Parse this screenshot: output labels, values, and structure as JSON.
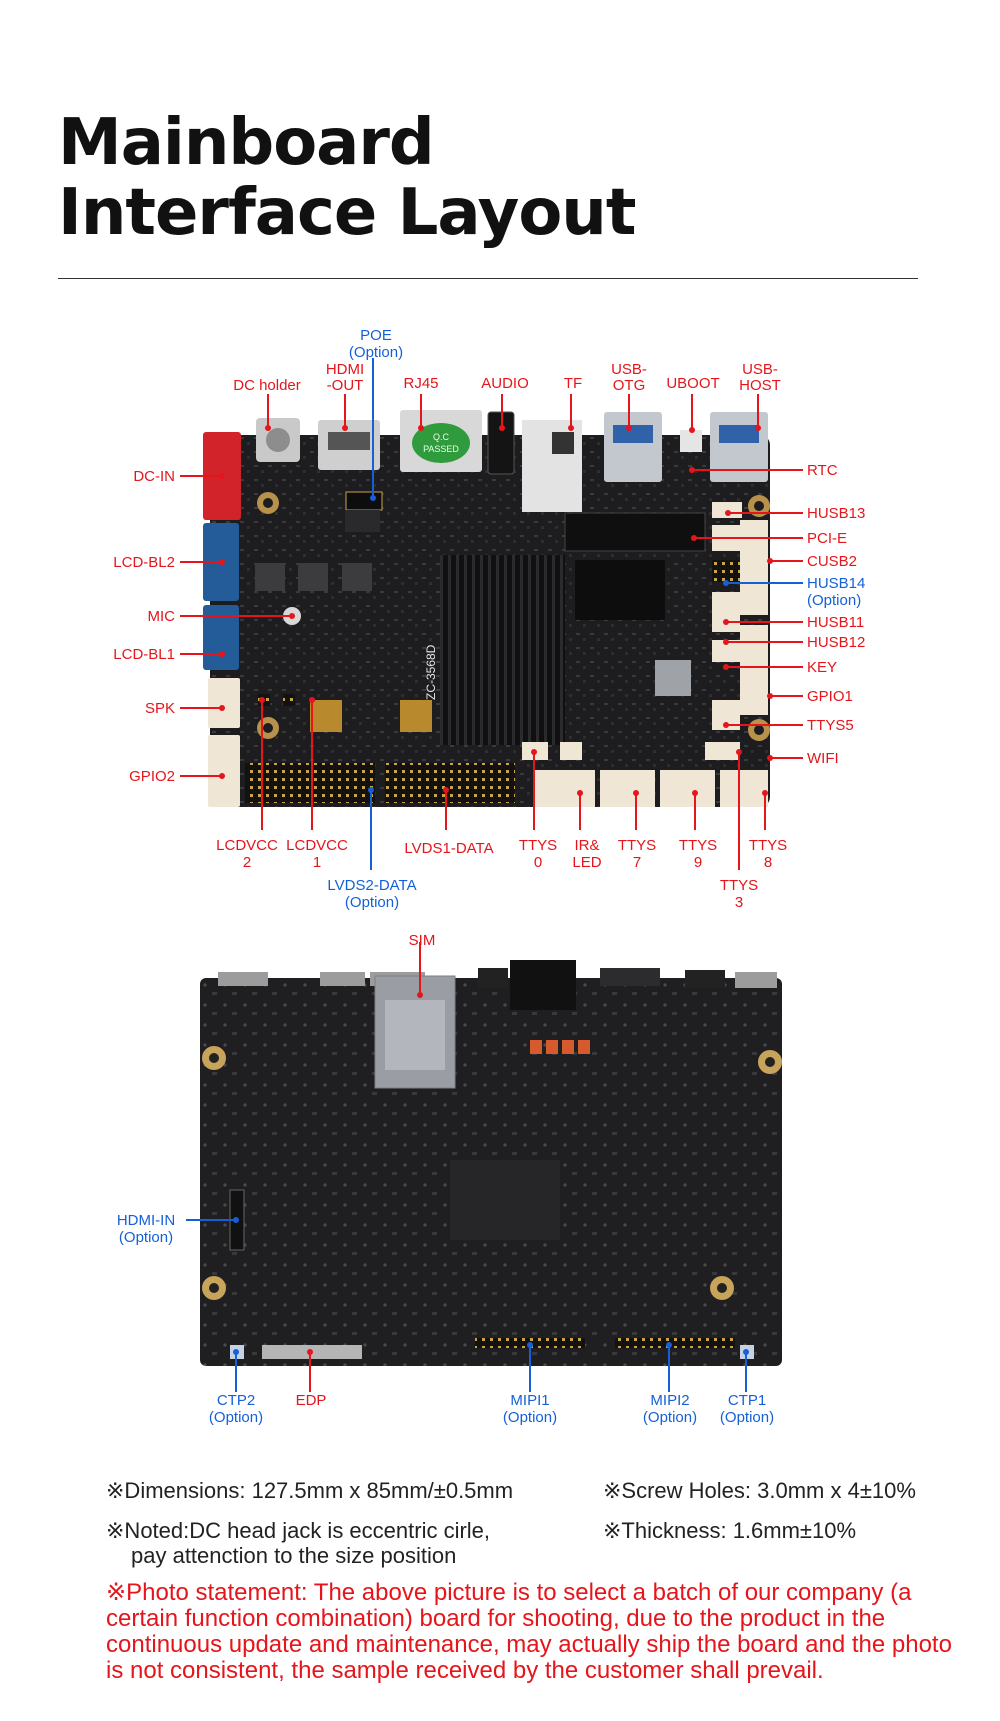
{
  "page": {
    "title_line1": "Mainboard",
    "title_line2": "Interface Layout"
  },
  "colors": {
    "label_red": "#e5151b",
    "label_blue": "#1560d8",
    "pcb": "#1d1d1f"
  },
  "top_board": {
    "silkscreen": {
      "board_id": "ZC-3568D",
      "qc_line1": "Q.C",
      "qc_line2": "PASSED"
    },
    "labels": {
      "poe": "POE",
      "poe_option": "(Option)",
      "dc_holder": "DC holder",
      "hdmi_out_1": "HDMI",
      "hdmi_out_2": "-OUT",
      "rj45": "RJ45",
      "audio": "AUDIO",
      "tf": "TF",
      "usb_otg_1": "USB-",
      "usb_otg_2": "OTG",
      "uboot": "UBOOT",
      "usb_host_1": "USB-",
      "usb_host_2": "HOST",
      "dc_in": "DC-IN",
      "lcd_bl2": "LCD-BL2",
      "mic": "MIC",
      "lcd_bl1": "LCD-BL1",
      "spk": "SPK",
      "gpio2": "GPIO2",
      "rtc": "RTC",
      "husb13": "HUSB13",
      "pci_e": "PCI-E",
      "cusb2": "CUSB2",
      "husb14": "HUSB14",
      "husb14_option": "(Option)",
      "husb11": "HUSB11",
      "husb12": "HUSB12",
      "key": "KEY",
      "gpio1": "GPIO1",
      "ttys5": "TTYS5",
      "wifi": "WIFI",
      "lcdvcc2_1": "LCDVCC",
      "lcdvcc2_2": "2",
      "lcdvcc1_1": "LCDVCC",
      "lcdvcc1_2": "1",
      "lvds1_data": "LVDS1-DATA",
      "ttys0_1": "TTYS",
      "ttys0_2": "0",
      "irled_1": "IR&",
      "irled_2": "LED",
      "ttys7_1": "TTYS",
      "ttys7_2": "7",
      "ttys9_1": "TTYS",
      "ttys9_2": "9",
      "ttys8_1": "TTYS",
      "ttys8_2": "8",
      "ttys3_1": "TTYS",
      "ttys3_2": "3",
      "lvds2_data": "LVDS2-DATA",
      "lvds2_option": "(Option)"
    }
  },
  "bottom_board": {
    "labels": {
      "sim": "SIM",
      "hdmi_in": "HDMI-IN",
      "hdmi_in_option": "(Option)",
      "ctp2": "CTP2",
      "ctp2_option": "(Option)",
      "edp": "EDP",
      "mipi1": "MIPI1",
      "mipi1_option": "(Option)",
      "mipi2": "MIPI2",
      "mipi2_option": "(Option)",
      "ctp1": "CTP1",
      "ctp1_option": "(Option)"
    }
  },
  "notes": {
    "dimensions": "※Dimensions: 127.5mm x 85mm/±0.5mm",
    "screw_holes": "※Screw Holes: 3.0mm x 4±10%",
    "noted_line1": "※Noted:DC head jack is eccentric cirle,",
    "noted_line2": "pay attenction to the size position",
    "thickness": "※Thickness: 1.6mm±10%",
    "photo_statement": "※Photo statement: The above picture is to select a batch of our company (a certain function combination) board for shooting, due to the product in the continuous update and maintenance, may actually ship the board and the photo is not consistent, the sample received by the customer shall prevail."
  }
}
